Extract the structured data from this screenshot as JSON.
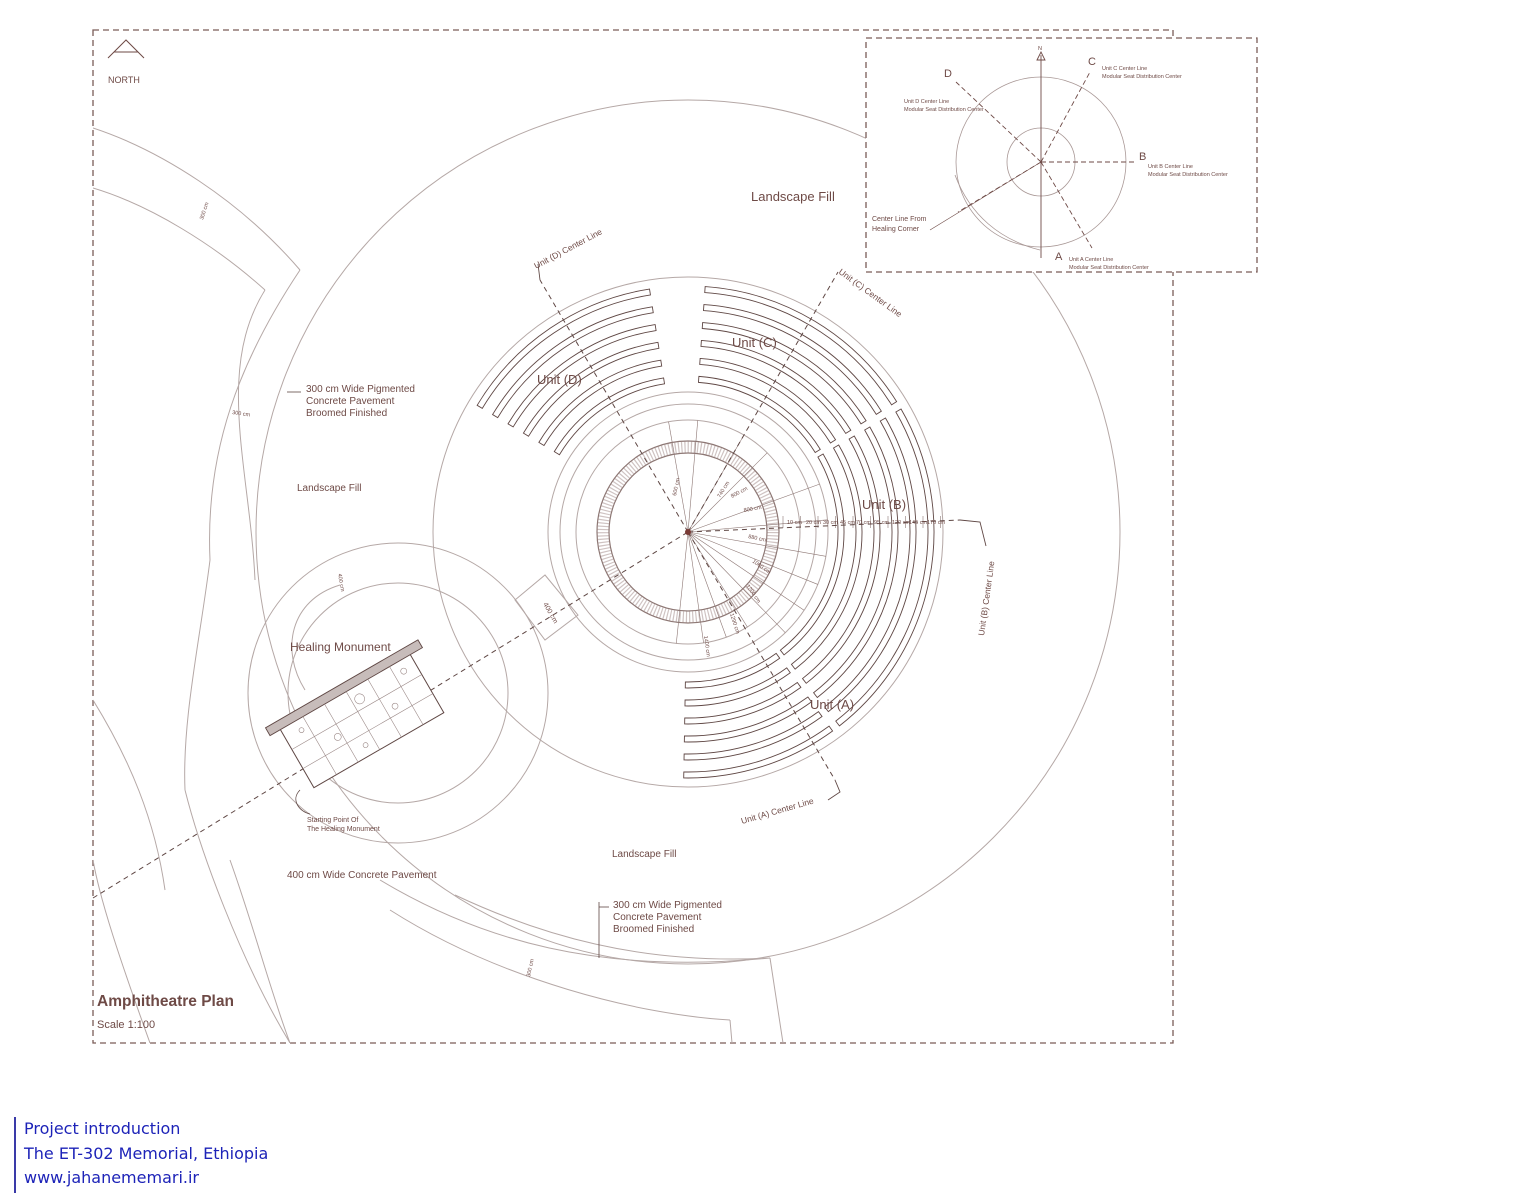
{
  "drawing": {
    "north_label": "NORTH",
    "title": "Amphitheatre Plan",
    "scale": "Scale 1:100",
    "labels": {
      "landscape_fill_top": "Landscape Fill",
      "landscape_fill_left": "Landscape Fill",
      "landscape_fill_bottom": "Landscape Fill",
      "pavement_left": [
        "300 cm Wide Pigmented",
        "Concrete Pavement",
        "Broomed Finished"
      ],
      "pavement_bottom": [
        "300 cm Wide Pigmented",
        "Concrete Pavement",
        "Broomed Finished"
      ],
      "pavement_400": "400 cm Wide Concrete Pavement",
      "healing_monument": "Healing Monument",
      "starting_point": [
        "Starting Point Of",
        "The Healing Monument"
      ],
      "unit_a": "Unit (A)",
      "unit_b": "Unit (B)",
      "unit_c": "Unit (C)",
      "unit_d": "Unit (D)",
      "unit_a_center": "Unit (A) Center Line",
      "unit_b_center": "Unit (B) Center Line",
      "unit_c_center": "Unit (C) Center Line",
      "unit_d_center": "Unit (D) Center Line",
      "dim_400": "400 cm",
      "dim_300_a": "300 cm",
      "dim_300_b": "300 cm",
      "dim_300_c": "300 cm",
      "dim_400_b": "400 cm",
      "radius_labels": [
        "600 cm",
        "740 cm",
        "800 cm",
        "800 cm",
        "880 cm",
        "1060 cm",
        "1200 cm",
        "1290 cm",
        "1400 cm"
      ],
      "row_dims": [
        "10 cm",
        "20 cm",
        "30 cm",
        "45 cm",
        "70 cm",
        "95 cm",
        "120 cm",
        "145 cm",
        "170 cm"
      ]
    },
    "inset": {
      "n": "N",
      "a": "A",
      "b": "B",
      "c": "C",
      "d": "D",
      "a_line": [
        "Unit A Center Line",
        "Modular Seat Distribution Center"
      ],
      "b_line": [
        "Unit B Center Line",
        "Modular Seat Distribution Center"
      ],
      "c_line": [
        "Unit C Center Line",
        "Modular Seat Distribution Center"
      ],
      "d_line": [
        "Unit D Center Line",
        "Modular Seat Distribution Center"
      ],
      "healing_line": [
        "Center Line From",
        "Healing Corner"
      ]
    }
  },
  "caption": {
    "line1": "Project introduction",
    "line2": "The ET-302 Memorial, Ethiopia",
    "line3": "www.jahanememari.ir"
  },
  "colors": {
    "ink": "#6e4a46",
    "line": "#b5a8a6",
    "caption": "#1d23b8"
  }
}
